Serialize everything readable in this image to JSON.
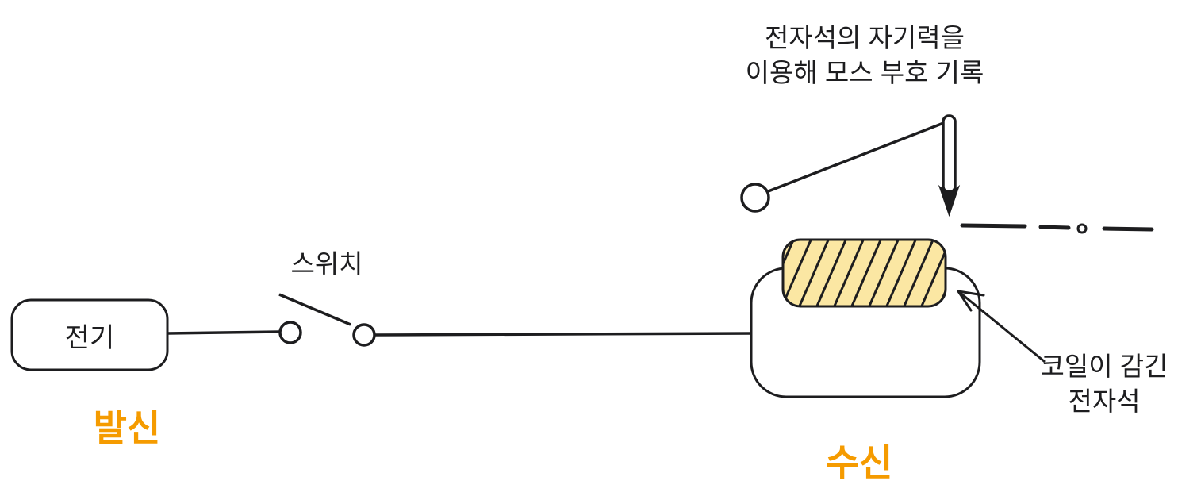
{
  "diagram": {
    "title_note": {
      "line1": "전자석의 자기력을",
      "line2": "이용해 모스 부호 기록"
    },
    "switch_label": "스위치",
    "battery_label": "전기",
    "sender_label": "발신",
    "receiver_label": "수신",
    "coil_note": {
      "line1": "코일이 감긴",
      "line2": "전자석"
    }
  },
  "colors": {
    "stroke": "#1d1d1f",
    "accent_orange": "#f59b00",
    "coil_fill": "#fbe7a3",
    "background": "#ffffff"
  }
}
